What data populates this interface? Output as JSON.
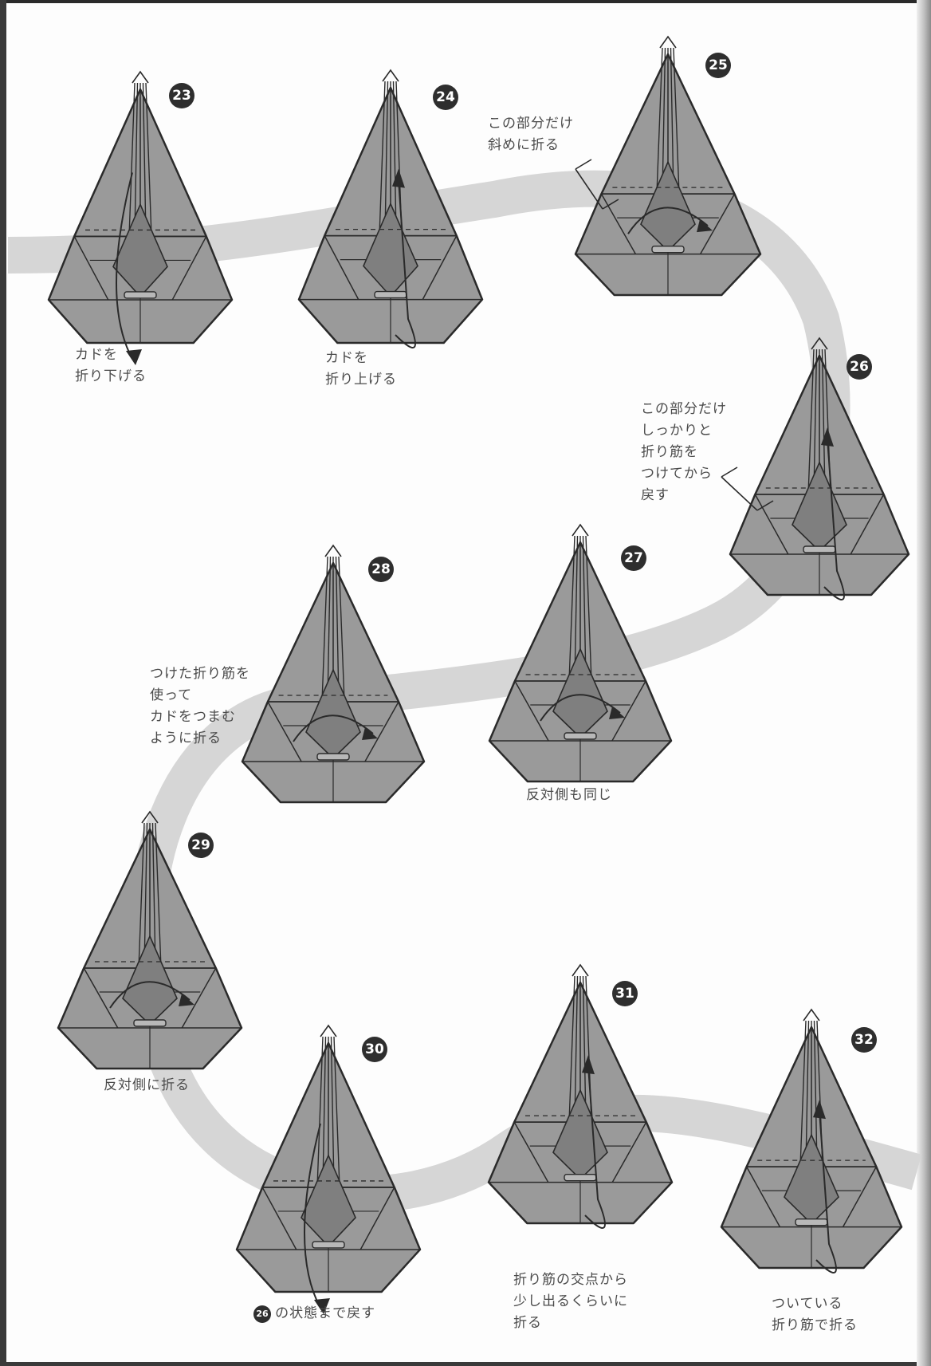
{
  "steps": [
    {
      "number": "23",
      "label": "カドを\n折り下げる"
    },
    {
      "number": "24",
      "label": "カドを\n折り上げる"
    },
    {
      "number": "25",
      "label": "この部分だけ\n斜めに折る"
    },
    {
      "number": "26",
      "label": "この部分だけ\nしっかりと\n折り筋を\nつけてから\n戻す"
    },
    {
      "number": "27",
      "label": "反対側も同じ"
    },
    {
      "number": "28",
      "label": "つけた折り筋を\n使って\nカドをつまむ\nように折る"
    },
    {
      "number": "29",
      "label": "反対側に折る"
    },
    {
      "number": "30",
      "label": "の状態まで戻す",
      "ref_number": "26"
    },
    {
      "number": "31",
      "label": "折り筋の交点から\n少し出るくらいに\n折る"
    },
    {
      "number": "32",
      "label": "ついている\n折り筋で折る"
    }
  ],
  "colors": {
    "paper": "#9a9a9a",
    "paper_shade": "#7f7f7f",
    "line": "#2a2a2a",
    "path": "#d6d6d6",
    "text": "#4a4a4a",
    "badge": "#2e2e2e"
  }
}
